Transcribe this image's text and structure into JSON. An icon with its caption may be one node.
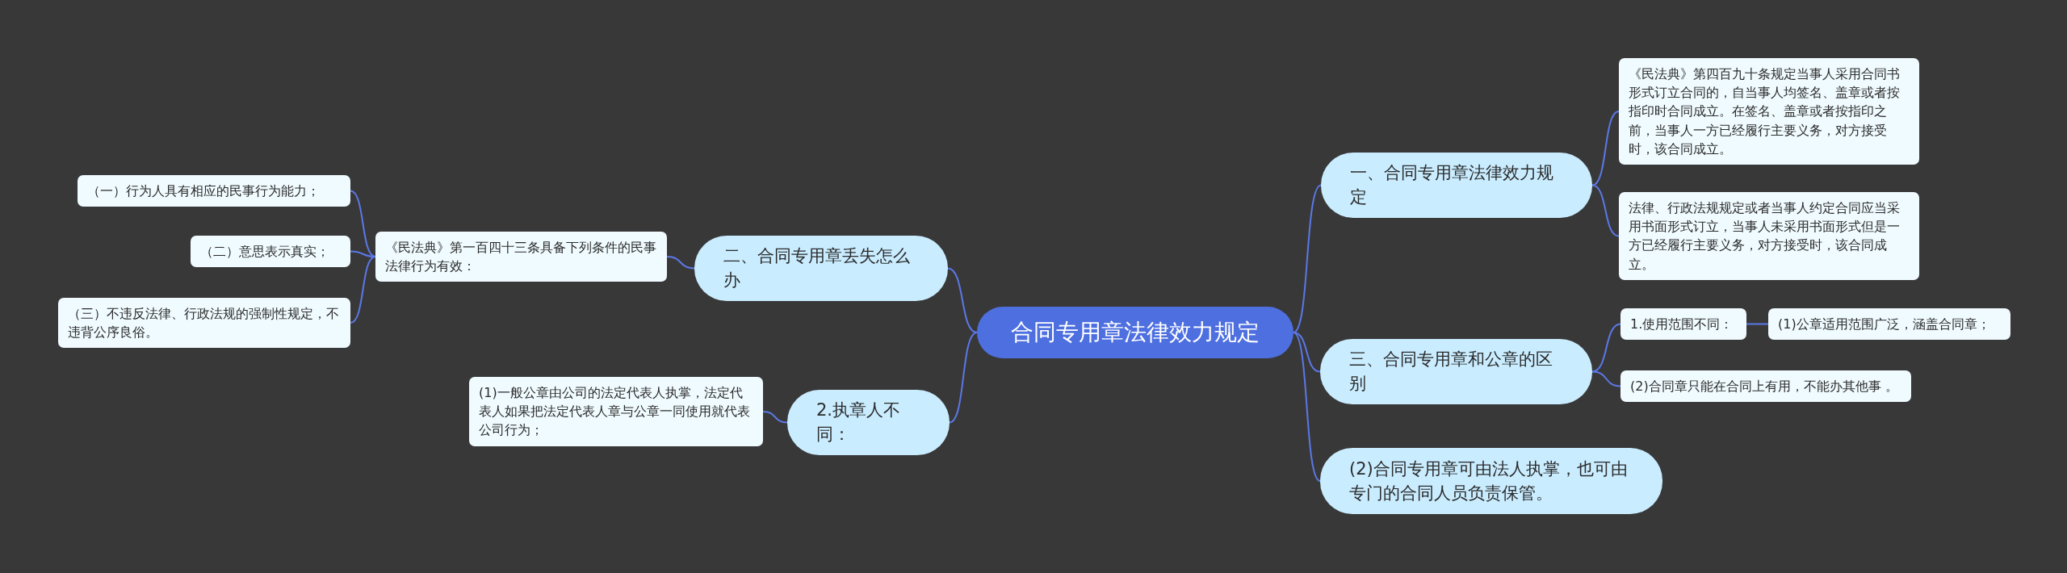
{
  "diagram": {
    "nodes": [
      {
        "text": [
          "合同专用章法律效力规定"
        ]
      },
      {
        "text": [
          "一、合同专用章法律效力规定"
        ]
      },
      {
        "text": [
          "《民法典》第四百九十条规定当事人采用合同书形式订立合同的，自当事人均签名、盖章或者按指印时合同成立。在签名、盖章或者按指印之前，当事人一方已经履行主要义务，对方接受时，该合同成立。"
        ]
      },
      {
        "text": [
          "法律、行政法规规定或者当事人约定合同应当采用书面形式订立，当事人未采用书面形式但是一方已经履行主要义务，对方接受时，该合同成立。"
        ]
      },
      {
        "text": [
          "二、合同专用章丢失怎么办"
        ]
      },
      {
        "text": [
          "《民法典》第一百四十三条具备下列条件的民事法律行为有效："
        ]
      },
      {
        "text": [
          "（一）行为人具有相应的民事行为能力；"
        ]
      },
      {
        "text": [
          "（二）意思表示真实；"
        ]
      },
      {
        "text": [
          "（三）不违反法律、行政法规的强制性规定，不违背公序良俗。"
        ]
      },
      {
        "text": [
          "三、合同专用章和公章的区别"
        ]
      },
      {
        "text": [
          "1.使用范围不同："
        ]
      },
      {
        "text": [
          "(1)公章适用范围广泛，涵盖合同章；"
        ]
      },
      {
        "text": [
          "(2)合同章只能在合同上有用，不能办其他事 。"
        ]
      },
      {
        "text": [
          "2.执章人不同："
        ]
      },
      {
        "text": [
          "(1)一般公章由公司的法定代表人执掌，法定代表人如果把法定代表人章与公章一同使用就代表公司行为；"
        ]
      },
      {
        "text": [
          "(2)合同专用章可由法人执掌，也可由专门的合同人员负责保管。"
        ]
      }
    ],
    "edges": [
      {
        "from": 0,
        "to": 1,
        "arrow": "none"
      },
      {
        "from": 1,
        "to": 2,
        "arrow": "none"
      },
      {
        "from": 1,
        "to": 3,
        "arrow": "none"
      },
      {
        "from": 0,
        "to": 4,
        "arrow": "none"
      },
      {
        "from": 4,
        "to": 5,
        "arrow": "none"
      },
      {
        "from": 5,
        "to": 6,
        "arrow": "none"
      },
      {
        "from": 5,
        "to": 7,
        "arrow": "none"
      },
      {
        "from": 5,
        "to": 8,
        "arrow": "none"
      },
      {
        "from": 0,
        "to": 9,
        "arrow": "none"
      },
      {
        "from": 9,
        "to": 10,
        "arrow": "none"
      },
      {
        "from": 10,
        "to": 11,
        "arrow": "none"
      },
      {
        "from": 9,
        "to": 12,
        "arrow": "none"
      },
      {
        "from": 0,
        "to": 13,
        "arrow": "none"
      },
      {
        "from": 13,
        "to": 14,
        "arrow": "none"
      },
      {
        "from": 0,
        "to": 15,
        "arrow": "none"
      }
    ]
  }
}
